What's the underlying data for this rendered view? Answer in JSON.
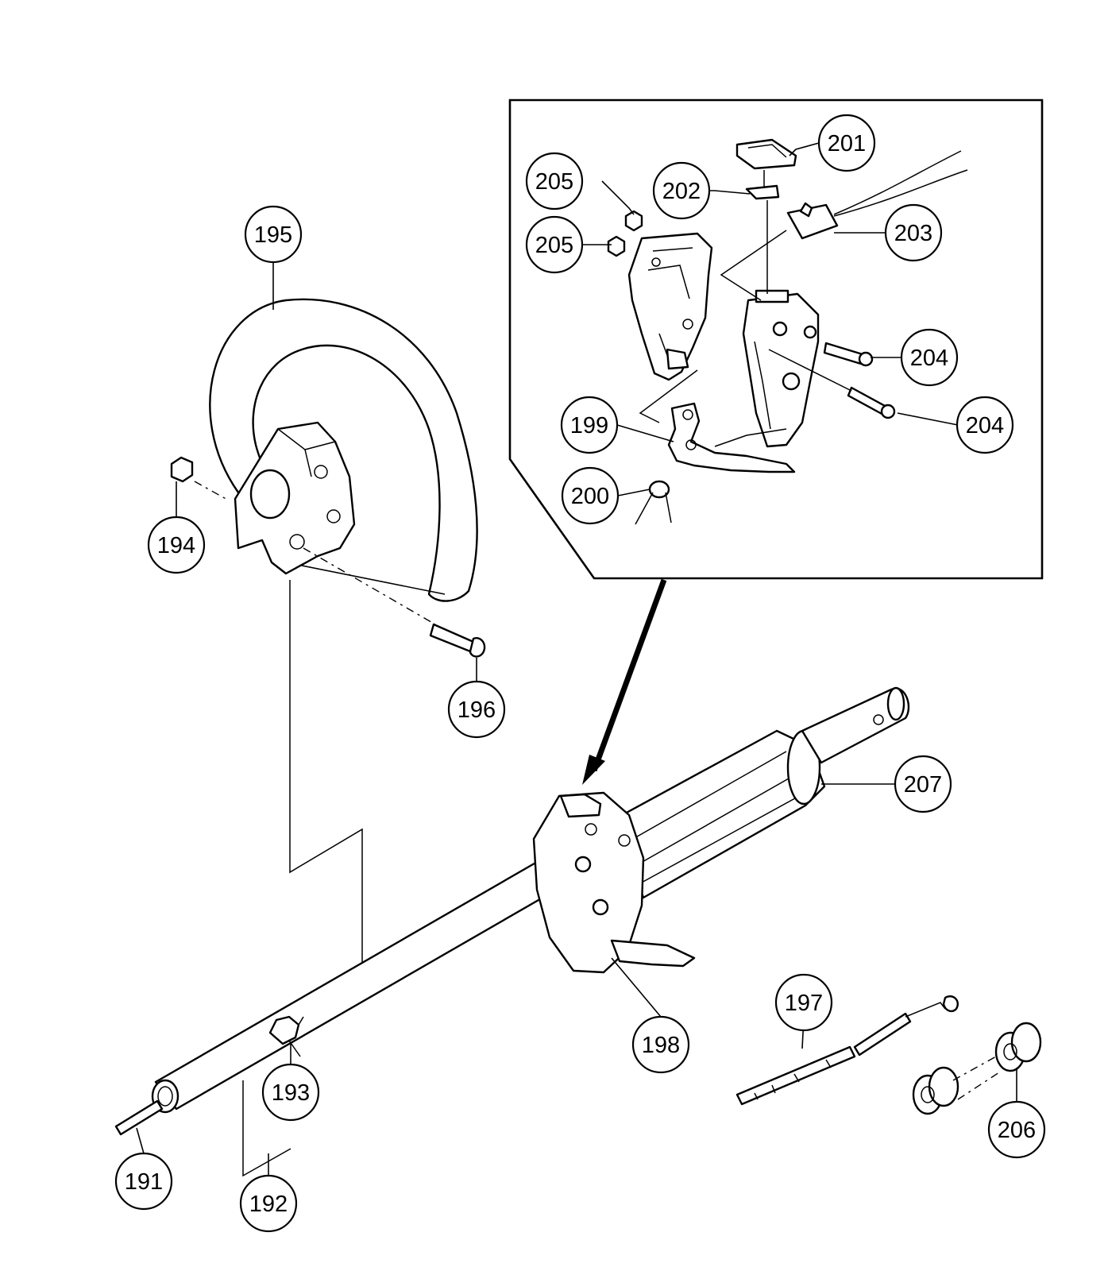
{
  "diagram": {
    "colors": {
      "line": "#000000",
      "background": "#ffffff",
      "shade": "#d9d9d9"
    },
    "callouts": [
      {
        "id": "191",
        "label": "191"
      },
      {
        "id": "192",
        "label": "192"
      },
      {
        "id": "193",
        "label": "193"
      },
      {
        "id": "194",
        "label": "194"
      },
      {
        "id": "195",
        "label": "195"
      },
      {
        "id": "196",
        "label": "196"
      },
      {
        "id": "197",
        "label": "197"
      },
      {
        "id": "198",
        "label": "198"
      },
      {
        "id": "199",
        "label": "199"
      },
      {
        "id": "200",
        "label": "200"
      },
      {
        "id": "201",
        "label": "201"
      },
      {
        "id": "202",
        "label": "202"
      },
      {
        "id": "203",
        "label": "203"
      },
      {
        "id": "204a",
        "label": "204"
      },
      {
        "id": "204b",
        "label": "204"
      },
      {
        "id": "205a",
        "label": "205"
      },
      {
        "id": "205b",
        "label": "205"
      },
      {
        "id": "206",
        "label": "206"
      },
      {
        "id": "207",
        "label": "207"
      }
    ]
  }
}
